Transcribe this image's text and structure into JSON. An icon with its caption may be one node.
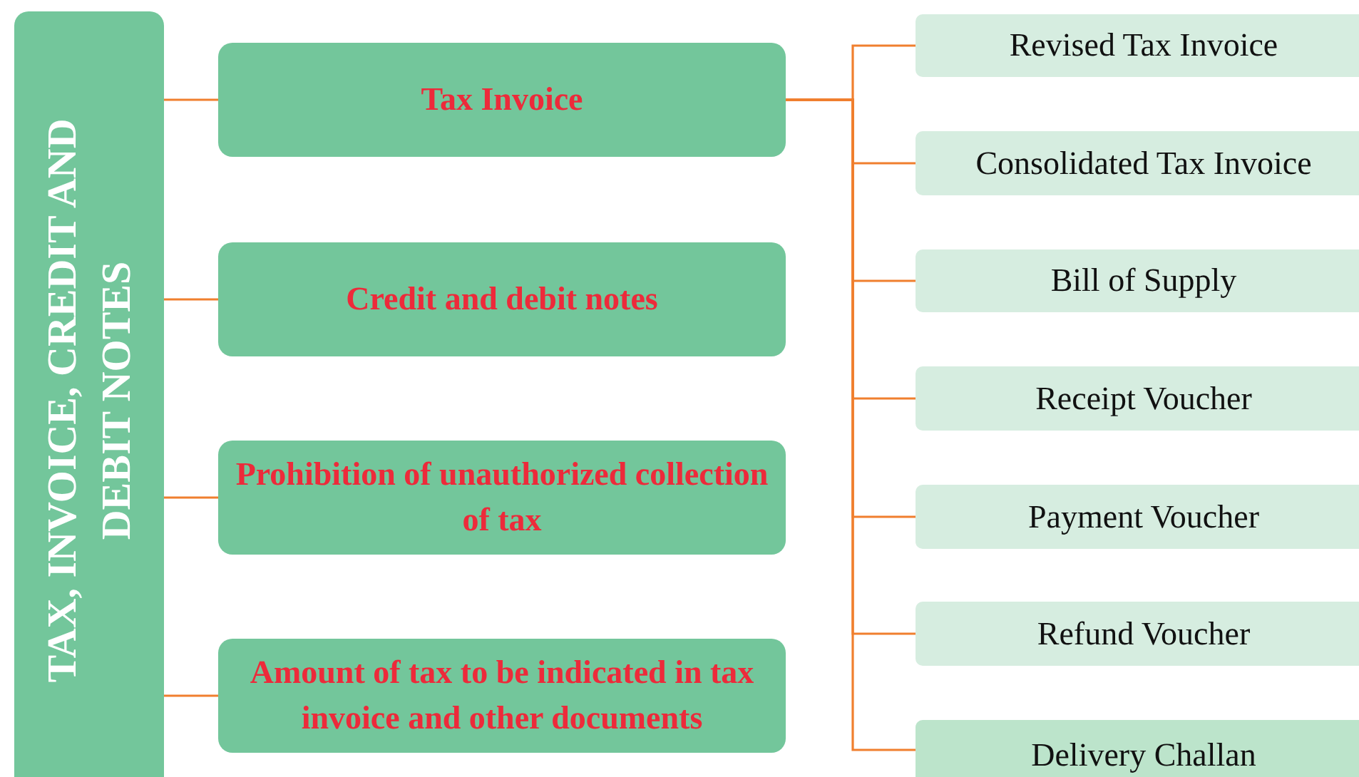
{
  "diagram": {
    "nodes": [
      {
        "text": [
          "TAX, INVOICE, CREDIT AND DEBIT NOTES"
        ]
      },
      {
        "text": [
          "Tax Invoice"
        ]
      },
      {
        "text": [
          "Credit and debit notes"
        ]
      },
      {
        "text": [
          "Prohibition of unauthorized collection of tax"
        ]
      },
      {
        "text": [
          "Amount of tax to be indicated in tax invoice and other documents"
        ]
      },
      {
        "text": [
          "Revised Tax Invoice"
        ]
      },
      {
        "text": [
          "Consolidated Tax Invoice"
        ]
      },
      {
        "text": [
          "Bill of Supply"
        ]
      },
      {
        "text": [
          "Receipt Voucher"
        ]
      },
      {
        "text": [
          "Payment Voucher"
        ]
      },
      {
        "text": [
          "Refund Voucher"
        ]
      },
      {
        "text": [
          "Delivery Challan"
        ]
      }
    ],
    "edges": [
      {
        "from": 0,
        "to": 1,
        "arrow": "none"
      },
      {
        "from": 0,
        "to": 2,
        "arrow": "none"
      },
      {
        "from": 0,
        "to": 3,
        "arrow": "none"
      },
      {
        "from": 0,
        "to": 4,
        "arrow": "none"
      },
      {
        "from": 1,
        "to": 5,
        "arrow": "none"
      },
      {
        "from": 1,
        "to": 6,
        "arrow": "none"
      },
      {
        "from": 1,
        "to": 7,
        "arrow": "none"
      },
      {
        "from": 1,
        "to": 8,
        "arrow": "none"
      },
      {
        "from": 1,
        "to": 9,
        "arrow": "none"
      },
      {
        "from": 1,
        "to": 10,
        "arrow": "none"
      },
      {
        "from": 1,
        "to": 11,
        "arrow": "none"
      }
    ]
  }
}
